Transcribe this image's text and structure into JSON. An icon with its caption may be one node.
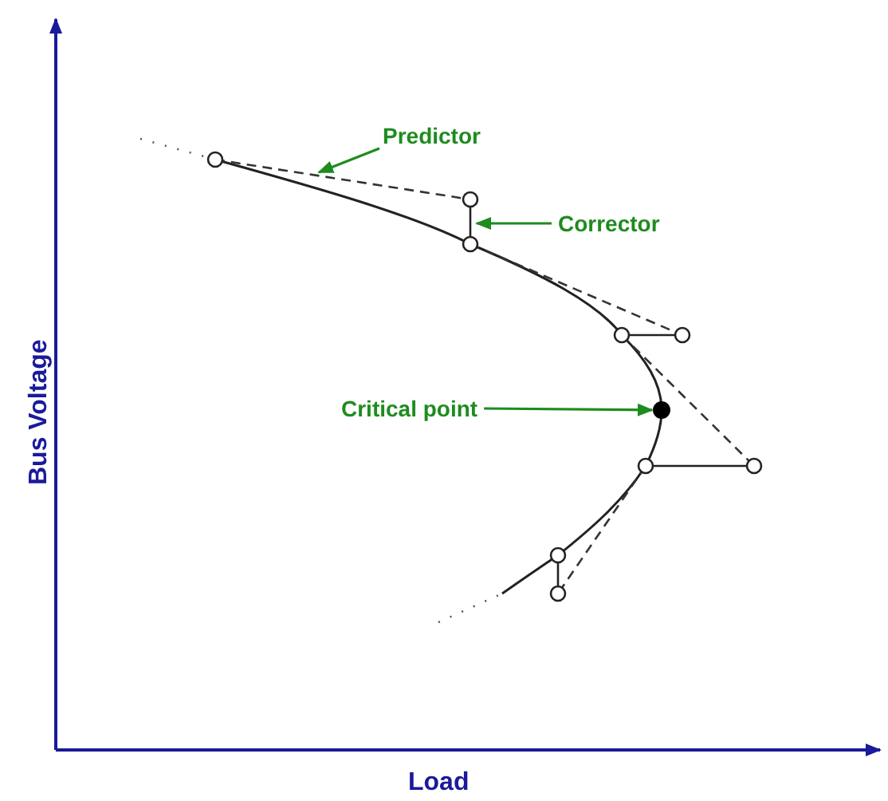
{
  "diagram": {
    "nodes": [
      {
        "text": [
          "Predictor"
        ]
      },
      {
        "text": [
          "Corrector"
        ]
      },
      {
        "text": [
          "Critical point"
        ]
      },
      {
        "text": [],
        "shape": "circle"
      }
    ],
    "edges": [
      {
        "from": 0,
        "to": null,
        "arrow": "to"
      },
      {
        "from": 1,
        "to": null,
        "arrow": "to"
      },
      {
        "from": 2,
        "to": 3,
        "arrow": "to"
      }
    ],
    "labels": [
      "Bus Voltage",
      "Load"
    ]
  }
}
